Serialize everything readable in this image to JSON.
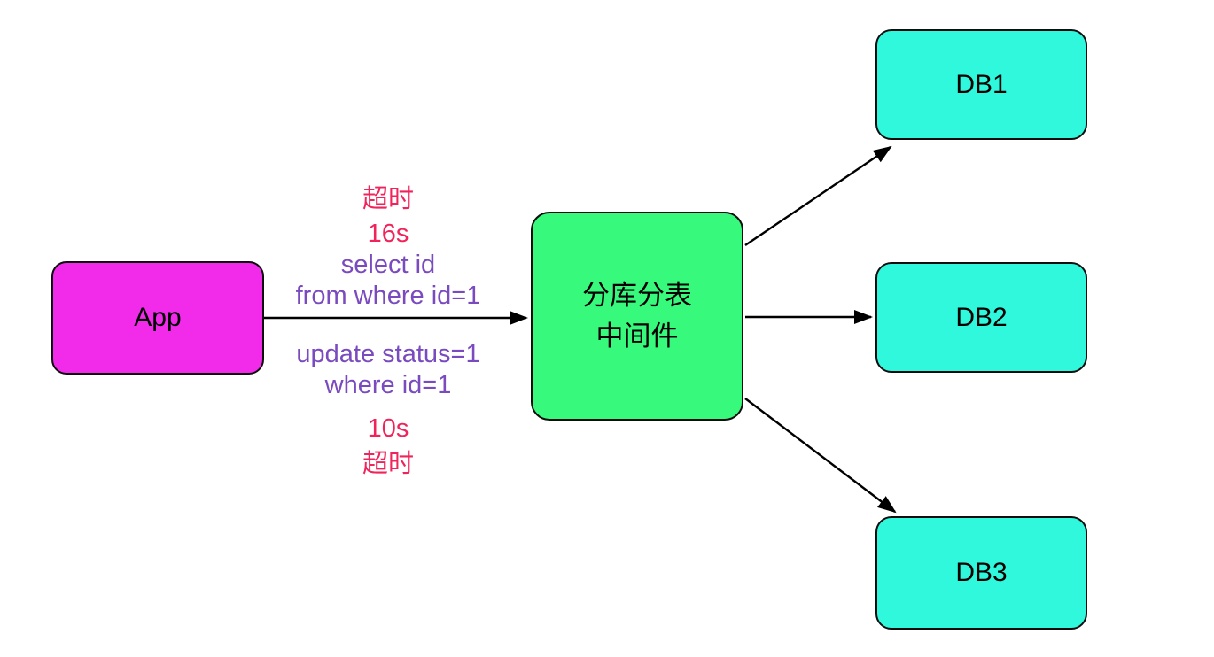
{
  "diagram": {
    "title": "sharding-middleware-timeout-diagram",
    "colors": {
      "background": "#ffffff",
      "app_fill": "#f12be9",
      "middleware_fill": "#37fa7d",
      "db_fill": "#2ff8dc",
      "node_border": "#0d0d0d",
      "node_text": "#000000",
      "timeout_text": "#f0245a",
      "sql_text": "#7a4abf",
      "arrow": "#000000"
    },
    "nodes": {
      "app": {
        "label": "App"
      },
      "middleware": {
        "line1": "分库分表",
        "line2": "中间件"
      },
      "db1": {
        "label": "DB1"
      },
      "db2": {
        "label": "DB2"
      },
      "db3": {
        "label": "DB3"
      }
    },
    "annotations": [
      {
        "text": "超时",
        "kind": "timeout"
      },
      {
        "text": "16s",
        "kind": "timeout"
      },
      {
        "text": "select id",
        "kind": "sql"
      },
      {
        "text": "from where id=1",
        "kind": "sql"
      },
      {
        "text": "update status=1",
        "kind": "sql"
      },
      {
        "text": "where id=1",
        "kind": "sql"
      },
      {
        "text": "10s",
        "kind": "timeout"
      },
      {
        "text": "超时",
        "kind": "timeout"
      }
    ],
    "edges": [
      {
        "from": "app",
        "to": "middleware"
      },
      {
        "from": "middleware",
        "to": "db1"
      },
      {
        "from": "middleware",
        "to": "db2"
      },
      {
        "from": "middleware",
        "to": "db3"
      }
    ]
  }
}
